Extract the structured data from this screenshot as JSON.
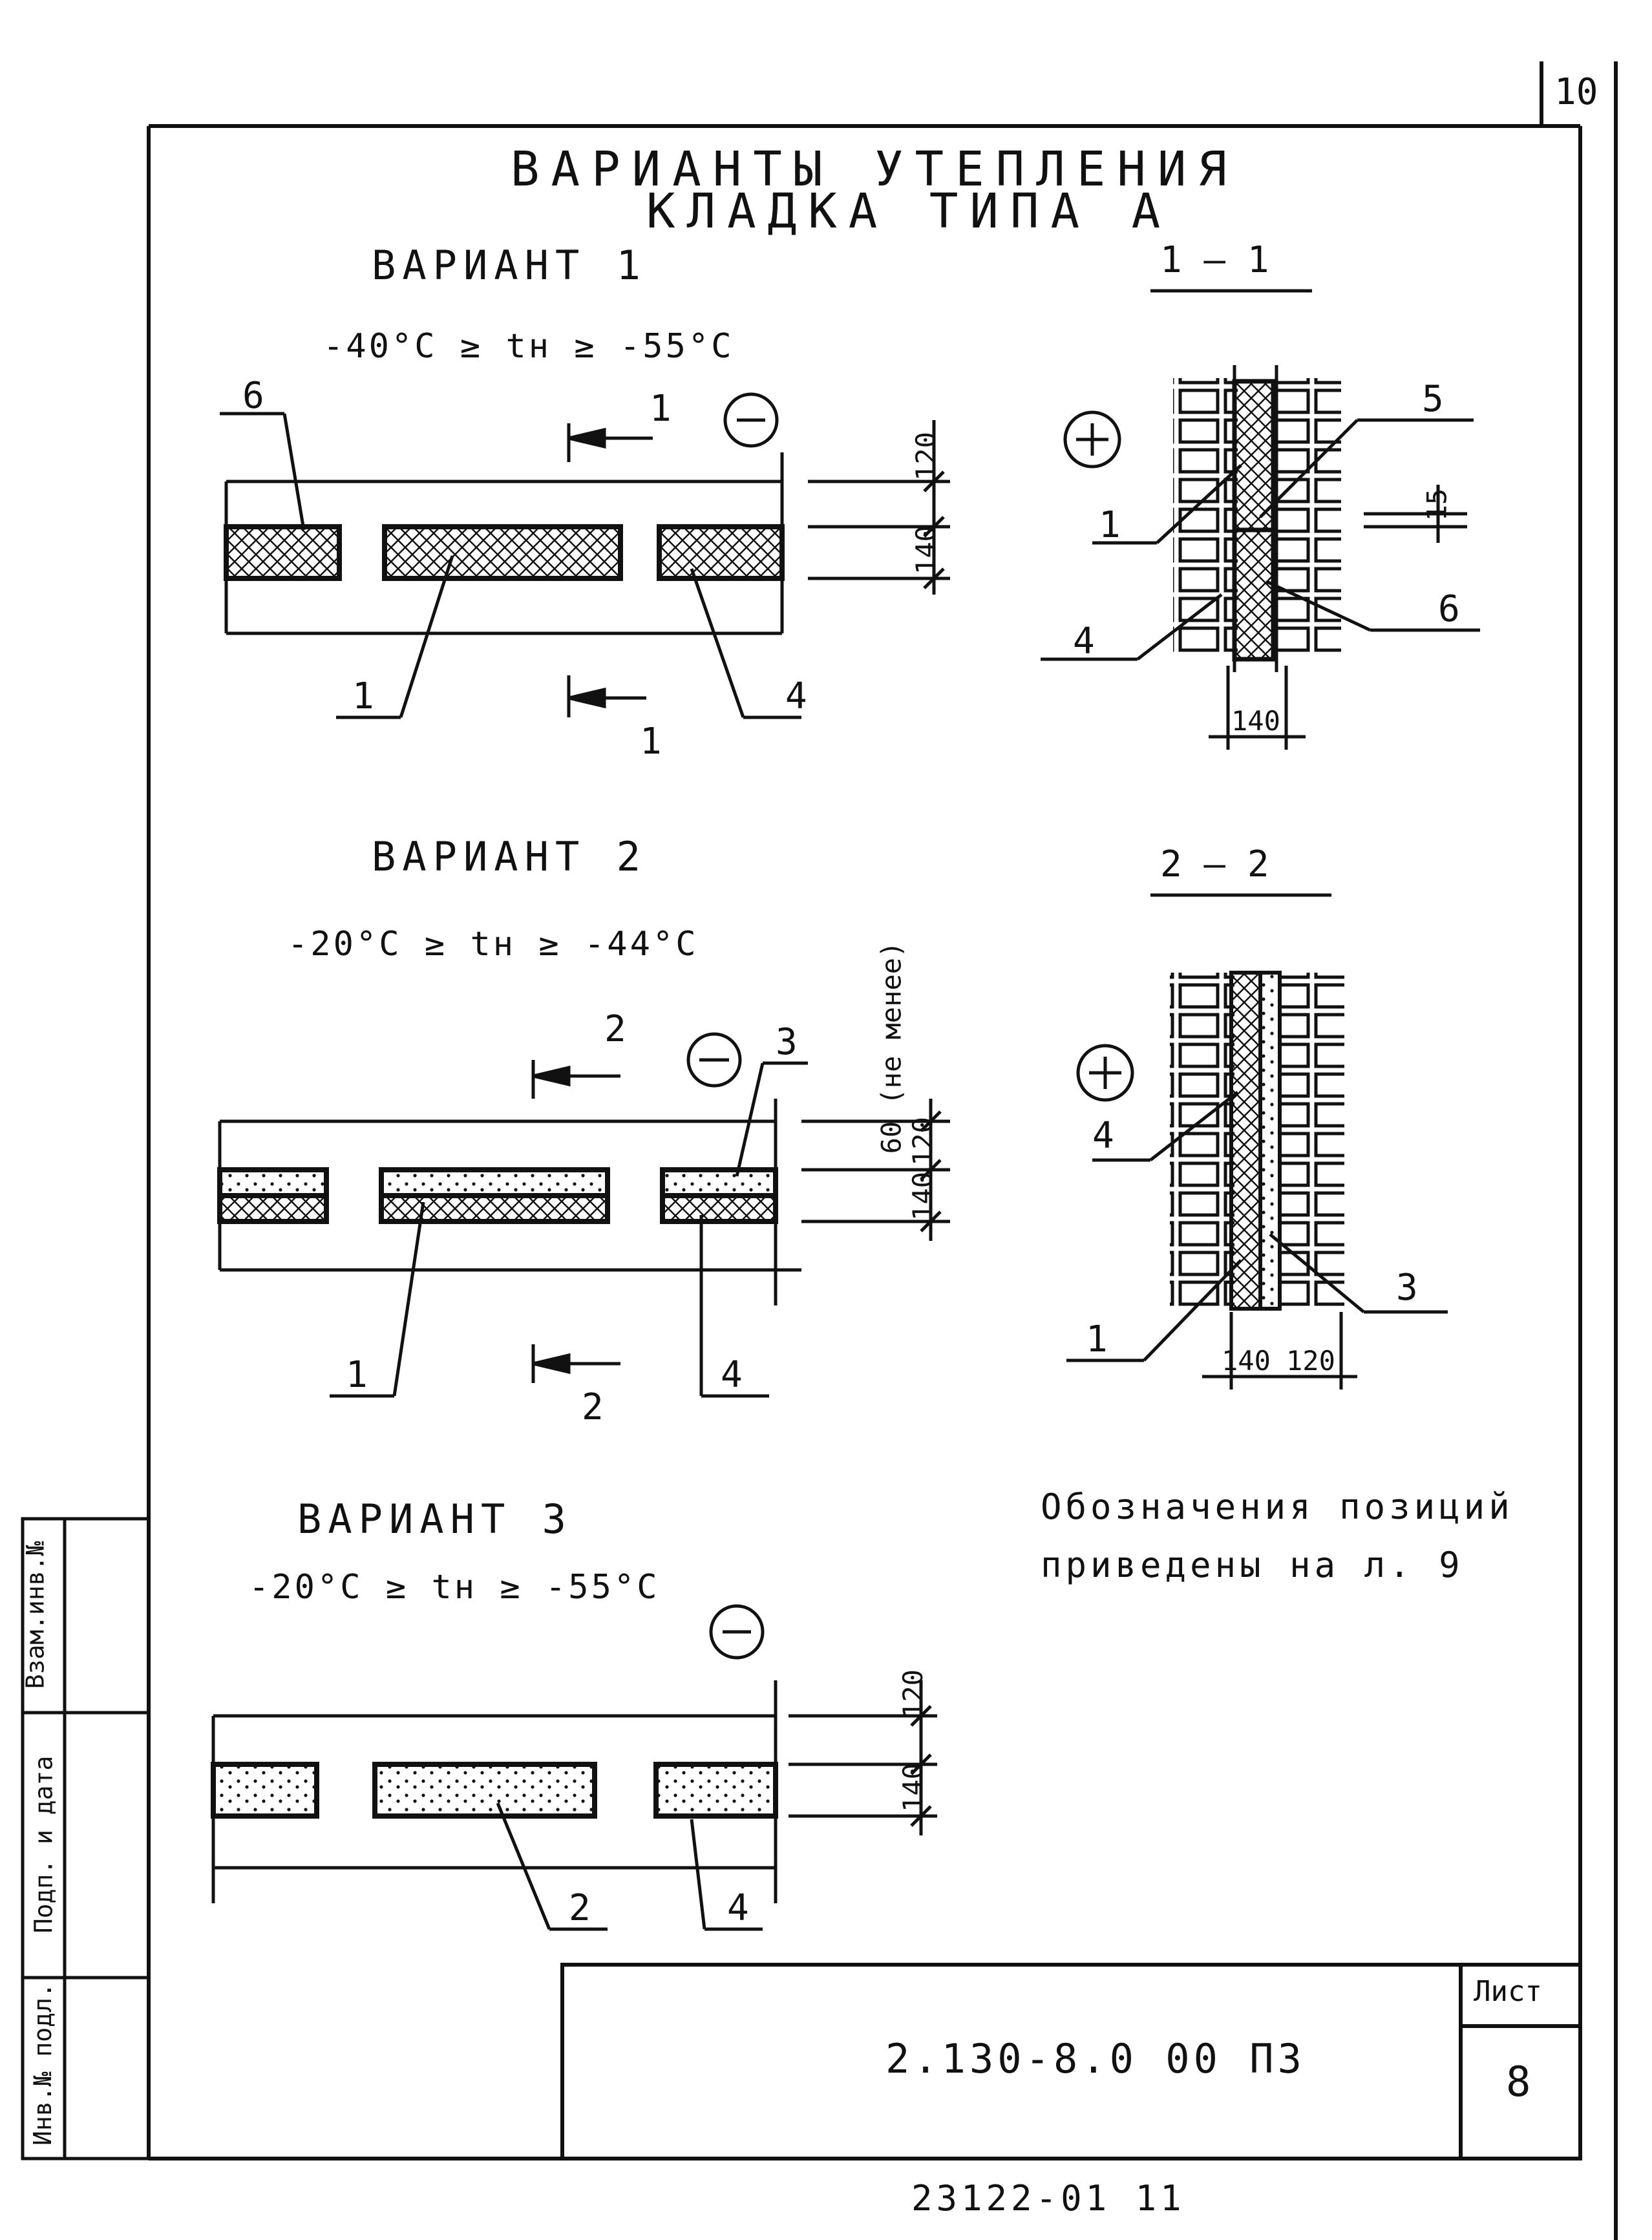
{
  "page_number": "10",
  "title_line1": "ВАРИАНТЫ УТЕПЛЕНИЯ",
  "title_line2": "КЛАДКА ТИПА А",
  "variant1": {
    "title": "ВАРИАНТ 1",
    "temp": "-40°C ≥ tн ≥ -55°C"
  },
  "variant2": {
    "title": "ВАРИАНТ 2",
    "temp": "-20°C ≥ tн ≥ -44°C"
  },
  "variant3": {
    "title": "ВАРИАНТ 3",
    "temp": "-20°C ≥ tн ≥ -55°C"
  },
  "section1": "1 — 1",
  "section2": "2 — 2",
  "note_line1": "Обозначения позиций",
  "note_line2": "приведены на л. 9",
  "labels": {
    "p1": "1",
    "p2": "2",
    "p3": "3",
    "p4": "4",
    "p5": "5",
    "p6": "6"
  },
  "dims": {
    "d120": "120",
    "d140": "140",
    "d15": "15",
    "d60": "60 (не менее)"
  },
  "signs": {
    "plus": "+",
    "minus": "−"
  },
  "stamp": {
    "code": "2.130-8.0 00 ПЗ",
    "sheet_label": "Лист",
    "sheet_no": "8",
    "side": [
      "Инв.№ подл.",
      "Подп. и дата",
      "Взам.инв.№"
    ]
  },
  "footer": "23122-01 11"
}
